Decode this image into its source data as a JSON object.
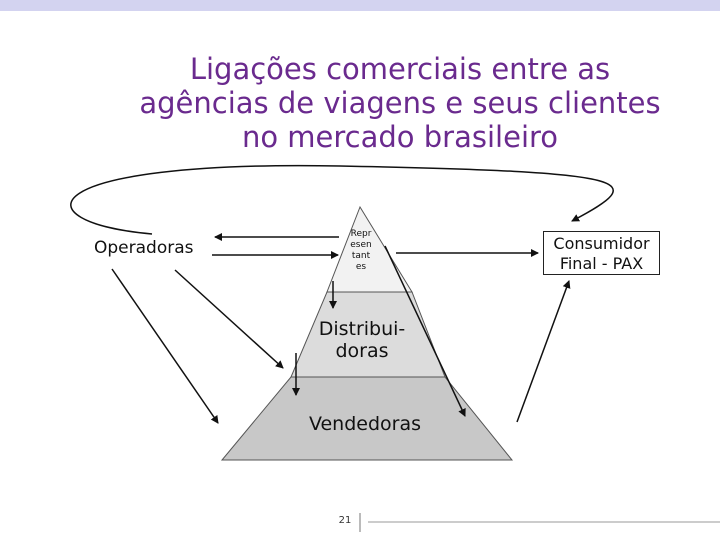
{
  "title": {
    "line1": "Ligações comerciais entre as",
    "line2": "agências de viagens e seus clientes",
    "line3": "no mercado brasileiro"
  },
  "nodes": {
    "operadoras": "Operadoras",
    "consumidor_line1": "Consumidor",
    "consumidor_line2": "Final - PAX",
    "representantes": "Repr esen tant es",
    "distribuidoras_line1": "Distribui-",
    "distribuidoras_line2": "doras",
    "vendedoras": "Vendedoras"
  },
  "footer": {
    "page_number": "21"
  },
  "colors": {
    "title": "#6a2a8e",
    "pyramid_top": "#f2f2f2",
    "pyramid_middle": "#dcdcdc",
    "pyramid_bottom": "#c8c8c8",
    "header_bar": "#d3d3f0"
  }
}
